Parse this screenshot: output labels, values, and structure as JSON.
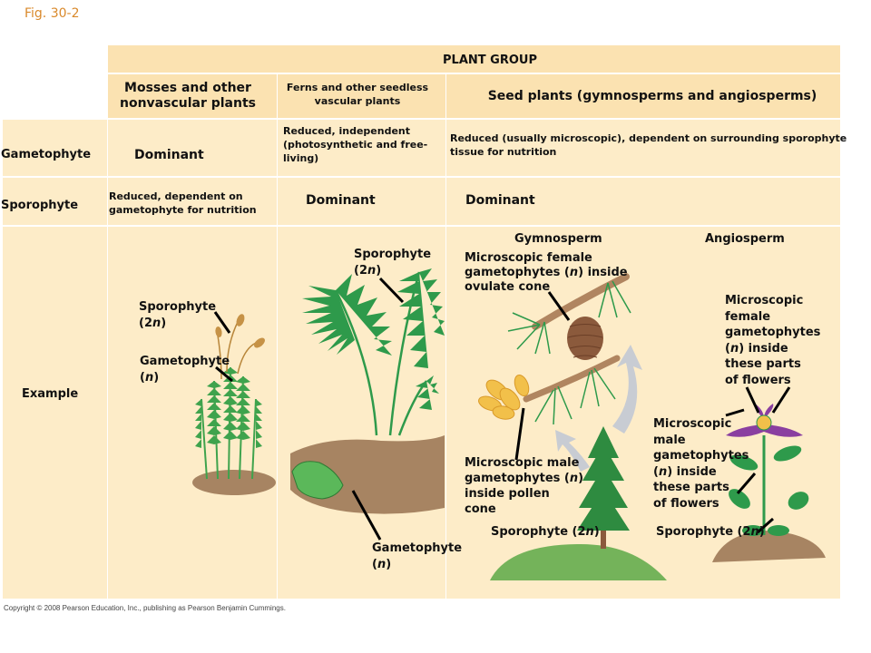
{
  "figure_label": "Fig. 30-2",
  "table": {
    "title": "PLANT GROUP",
    "columns": {
      "mosses": "Mosses and other nonvascular plants",
      "ferns": "Ferns and other seedless vascular plants",
      "seed": "Seed plants (gymnosperms and angiosperms)"
    },
    "rows": {
      "gametophyte": {
        "label": "Gametophyte",
        "mosses": "Dominant",
        "ferns": "Reduced, independent (photosynthetic and free-living)",
        "seed": "Reduced (usually microscopic), dependent on surrounding sporophyte tissue for nutrition"
      },
      "sporophyte": {
        "label": "Sporophyte",
        "mosses": "Reduced, dependent on gametophyte for nutrition",
        "ferns": "Dominant",
        "seed": "Dominant"
      },
      "example": {
        "label": "Example"
      }
    },
    "subheads": {
      "gymnosperm": "Gymnosperm",
      "angiosperm": "Angiosperm"
    }
  },
  "labels": {
    "moss_sporophyte_line1": "Sporophyte",
    "moss_sporophyte_ploidy": "(2n)",
    "moss_gametophyte_line1": "Gametophyte",
    "moss_gametophyte_ploidy": "(n)",
    "fern_sporophyte_line1": "Sporophyte",
    "fern_sporophyte_ploidy": "(2n)",
    "fern_gametophyte_line1": "Gametophyte",
    "fern_gametophyte_ploidy": "(n)",
    "gymno_female_1": "Microscopic female",
    "gymno_female_2": "gametophytes (n) inside",
    "gymno_female_3": "ovulate cone",
    "gymno_male_1": "Microscopic male",
    "gymno_male_2": "gametophytes (n)",
    "gymno_male_3": "inside pollen",
    "gymno_male_4": "cone",
    "gymno_sporophyte": "Sporophyte (2n)",
    "angio_female_1": "Microscopic",
    "angio_female_2": "female",
    "angio_female_3": "gametophytes",
    "angio_female_4": "(n) inside",
    "angio_female_5": "these parts",
    "angio_female_6": "of flowers",
    "angio_male_1": "Microscopic",
    "angio_male_2": "male",
    "angio_male_3": "gametophytes",
    "angio_male_4": "(n) inside",
    "angio_male_5": "these parts",
    "angio_male_6": "of flowers",
    "angio_sporophyte": "Sporophyte (2n)"
  },
  "copyright": "Copyright © 2008 Pearson Education, Inc., publishing as Pearson Benjamin Cummings.",
  "colors": {
    "cell": "#fdecc8",
    "header": "#fbe2b1",
    "figure_label": "#d9892b",
    "moss": "#3fa34d",
    "fern": "#2e9a4b",
    "soil": "#a78462",
    "cone": "#8b5a3c",
    "pollen_cone": "#f2c04a",
    "flower": "#8a3fa0",
    "arrow": "#c8ccd3",
    "grass": "#74b35a"
  },
  "icons": [
    "moss-illustration",
    "fern-illustration",
    "pine-branch-illustration",
    "pine-tree-illustration",
    "flowering-plant-illustration",
    "arrow-up-icon"
  ]
}
